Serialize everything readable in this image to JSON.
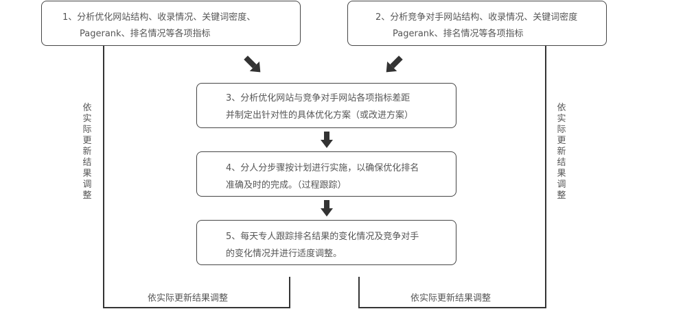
{
  "steps": [
    {
      "line1": "1、分析优化网站结构、收录情况、关键词密度、",
      "line2": "Pagerank、排名情况等各项指标"
    },
    {
      "line1": "2、分析竞争对手网站结构、收录情况、关键词密度",
      "line2": "Pagerank、排名情况等各项指标"
    },
    {
      "line1": "3、分析优化网站与竞争对手网站各项指标差距",
      "line2": "并制定出针对性的具体优化方案（或改进方案）"
    },
    {
      "line1": "4、分人分步骤按计划进行实施，以确保优化排名",
      "line2": "准确及时的完成。（过程跟踪）"
    },
    {
      "line1": "5、每天专人跟踪排名结果的变化情况及竞争对手",
      "line2": "的变化情况并进行适度调整。"
    }
  ],
  "feedback": {
    "left_vertical": "依实际更新结果调整",
    "right_vertical": "依实际更新结果调整",
    "bottom_left": "依实际更新结果调整",
    "bottom_right": "依实际更新结果调整"
  }
}
